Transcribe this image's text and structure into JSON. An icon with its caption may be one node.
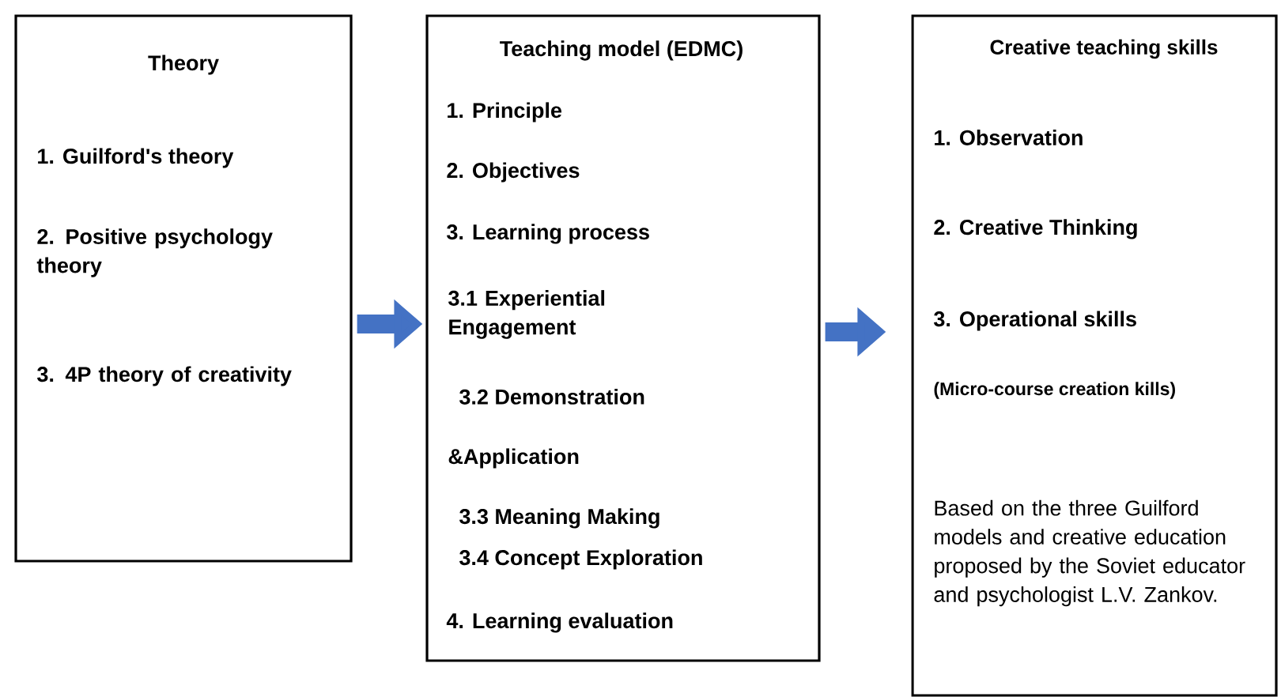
{
  "diagram": {
    "nodes": [
      {
        "text": [
          "Theory",
          "1. Guilford's theory",
          "2. Positive psychology theory",
          "3. 4P theory of creativity"
        ]
      },
      {
        "text": [
          "Teaching model (EDMC)",
          "1. Principle",
          "2. Objectives",
          "3. Learning process",
          "3.1 Experiential Engagement",
          "3.2 Demonstration",
          "&Application",
          "3.3 Meaning Making",
          "3.4 Concept Exploration",
          "4. Learning evaluation"
        ]
      },
      {
        "text": [
          "Creative teaching skills",
          "1. Observation",
          "2. Creative Thinking",
          "3. Operational skills",
          "(Micro-course creation kills)",
          "Based on the three Guilford models and creative education proposed by the Soviet educator and psychologist L.V. Zankov."
        ]
      }
    ],
    "edges": [
      {
        "from": 0,
        "to": 1,
        "arrow": "to",
        "color": "#4472c4"
      },
      {
        "from": 1,
        "to": 2,
        "arrow": "to",
        "color": "#4472c4"
      }
    ]
  }
}
